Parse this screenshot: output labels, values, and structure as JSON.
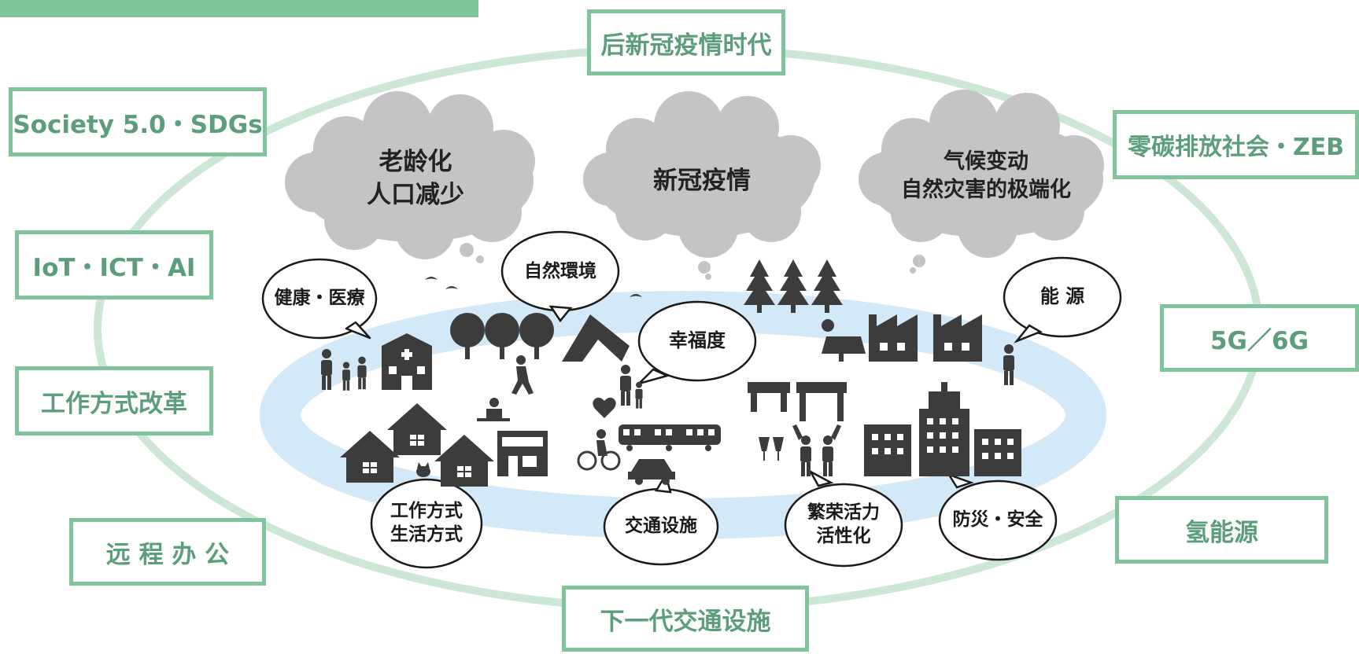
{
  "colors": {
    "frame_border": "#7fc49a",
    "frame_text": "#5c9e7c",
    "outer_ring": "#cde7d6",
    "inner_ring": "#d3e9f8",
    "cloud_fill": "#c4c4c4",
    "icon_fill": "#3c3c3c",
    "top_bar": "#7fc49a"
  },
  "frame_labels": {
    "top": "后新冠疫情时代",
    "bottom": "下一代交通设施",
    "society": "Society 5.0・SDGs",
    "iot": "IoT・ICT・AI",
    "work_reform": "工作方式改革",
    "remote": "远 程 办 公",
    "zero_carbon": "零碳排放社会・ZEB",
    "g56": "5G／6G",
    "hydrogen": "氢能源"
  },
  "clouds": {
    "aging": [
      "老龄化",
      "人口减少"
    ],
    "covid": "新冠疫情",
    "climate": [
      "气候变动",
      "自然灾害的极端化"
    ]
  },
  "bubbles": {
    "health": "健康・医療",
    "nature": "自然環境",
    "happiness": "幸福度",
    "energy": "能 源",
    "work_life": [
      "工作方式",
      "生活方式"
    ],
    "transport": "交通设施",
    "vitality": [
      "繁荣活力",
      "活性化"
    ],
    "disaster": "防災・安全"
  },
  "icons": [
    "family-icon",
    "hospital-icon",
    "birds-icon",
    "trees-icon",
    "river-icon",
    "walking-person-icon",
    "parent-child-icon",
    "heart-icon",
    "pine-trees-icon",
    "solar-panel-icon",
    "factory-icon",
    "person-icon",
    "houses-icon",
    "cat-icon",
    "shop-icon",
    "cyclist-icon",
    "train-icon",
    "car-icon",
    "market-stalls-icon",
    "toasting-glasses-icon",
    "cheering-people-icon",
    "office-buildings-icon",
    "desk-worker-icon"
  ]
}
